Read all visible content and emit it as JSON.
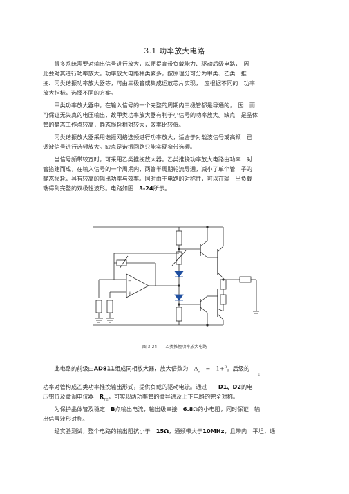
{
  "section_title": "3.1  功率放大电路",
  "paragraphs": [
    [
      "　　很多系统需要对输出信号进行放大，以便提高带负载能力、驱动后级电路，　因",
      "此要对其进行功率放大。功率放大电路种类繁多，按原理分可分为甲类、乙类　推",
      "挽、丙类谐振功率放大器等，可由三极管或集成运放芯片实现，　应根据不同的　功率",
      "放大指标，选择不同的方案。"
    ],
    [
      "　　甲类功率放大器中，在输入信号的一个完整的周期内三极管都是导通的，　因　而",
      "可保证无失真的电压输出，故甲类功率放大器有利于小信号的功率放大。缺点　是晶体",
      "管的静态工作点较高，静态损耗相对较大，效率比较低。"
    ],
    [
      "　　丙类谐振放大器采用谐振网络选频进行功率放大，适合于对载波信号或高频　已",
      "调波信号进行选频放大。缺点是谐振回路只能实现窄带选频。"
    ],
    [
      "　　当信号频带较宽时，可采用乙类推挽放大器。乙类推挽功率放大电路由功率　对",
      "管搭建而成，在输入信号的一个周期内，两管半周期轮流导通，减小了单个管　子的",
      "静态损耗，具有较高的输出功率与效率。同时由于电路的对称性，可以在输　出负载",
      "端得到完整的双极性波形。电路如图　"
    ]
  ],
  "figure_ref": "3-24",
  "figure_ref_suffix": "所示。",
  "caption": {
    "number": "图 3-24",
    "text": "乙类推挽功率放大电路"
  },
  "after": {
    "l1_pre": "　　此电路的前级由",
    "l1_chip": "AD811",
    "l1_mid": "组成同相放大器，放大倍数为　A",
    "l1_av_sub": "v",
    "l1_eq": "　=　1+",
    "l1_frac_top": "R",
    "l1_frac_sub": "2",
    "l1_post": "。后级的",
    "l2": "功率对管构成乙类功率推挽输出形式，提供负载的驱动电流。通过　　",
    "l2_d": "D1、D2",
    "l2_post": "的电",
    "l3_pre": "压钳位及微调电位器　",
    "l3_r": "R",
    "l3_rsub": "P2",
    "l3_post": "，可实现两功率管的微导通及上下电路的完全对称。",
    "l4_pre": "　　为保护晶体管及稳定　",
    "l4_b": "B",
    "l4_mid": "点输出电流，输出级串接　",
    "l4_val": "6.8",
    "l4_post": "Ω的小电阻，同时保证　输",
    "l5": "出信号波形对称。",
    "l6_pre": "　　经实验测试，整个电路的输出阻抗小于　",
    "l6_z": "15Ω",
    "l6_mid": "，通频带大于",
    "l6_f": "10MHz",
    "l6_post": "，且带内　平坦，通"
  }
}
